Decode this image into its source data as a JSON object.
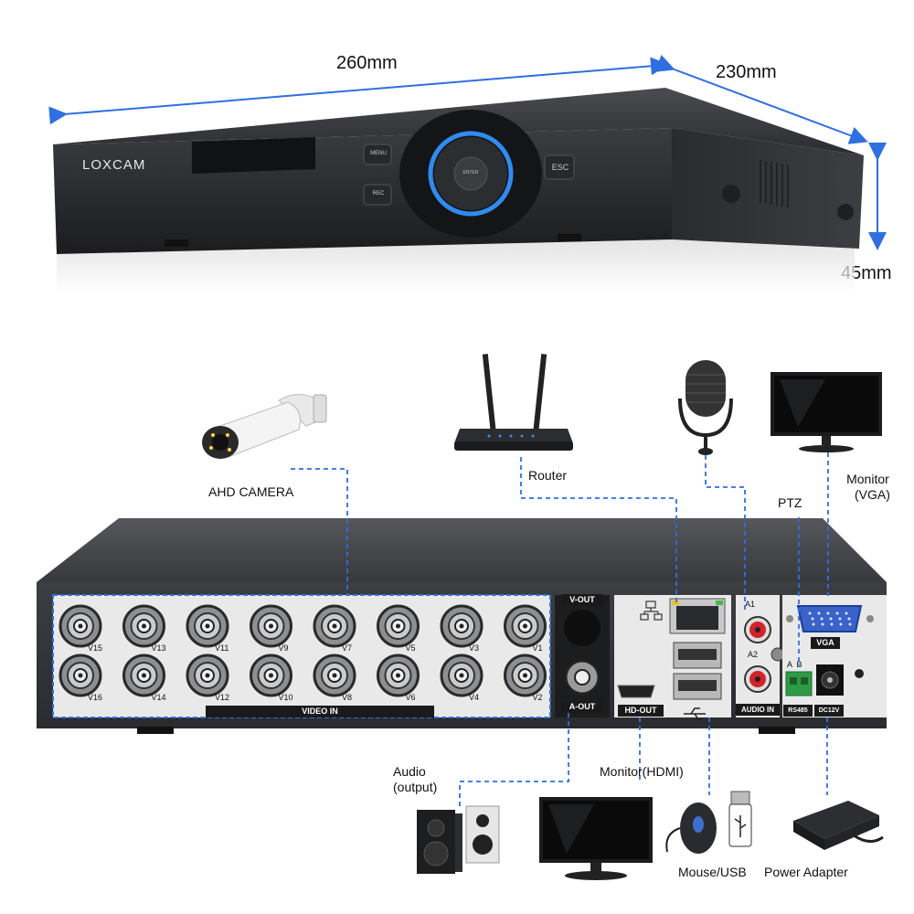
{
  "dimensions": {
    "width": "260mm",
    "depth": "230mm",
    "height": "45mm"
  },
  "front_panel": {
    "brand": "LOXCAM",
    "buttons": {
      "menu": "MENU",
      "rec": "REC",
      "esc": "ESC",
      "enter": "ENTER"
    }
  },
  "back_panel": {
    "video_in_label": "VIDEO IN",
    "channels_top": [
      "V15",
      "V13",
      "V11",
      "V9",
      "V7",
      "V5",
      "V3",
      "V1"
    ],
    "channels_bottom": [
      "V16",
      "V14",
      "V12",
      "V10",
      "V8",
      "V6",
      "V4",
      "V2"
    ],
    "v_out": "V-OUT",
    "a_out": "A-OUT",
    "hd_out": "HD-OUT",
    "audio_in": "AUDIO IN",
    "a1": "A1",
    "a2": "A2",
    "vga": "VGA",
    "rs485": "RS485",
    "dc12v": "DC12V",
    "ptz_ab": "A  B"
  },
  "peripherals": {
    "camera": "AHD CAMERA",
    "router": "Router",
    "ptz": "PTZ",
    "monitor_vga_line1": "Monitor",
    "monitor_vga_line2": "(VGA)",
    "audio_line1": "Audio",
    "audio_line2": "(output)",
    "monitor_hdmi": "Monitor(HDMI)",
    "mouse_usb": "Mouse/USB",
    "power": "Power Adapter"
  },
  "colors": {
    "accent_blue": "#2f6fe0",
    "connector_red": "#d0232a",
    "connector_green": "#2f9a46",
    "body": "#2e3033"
  }
}
